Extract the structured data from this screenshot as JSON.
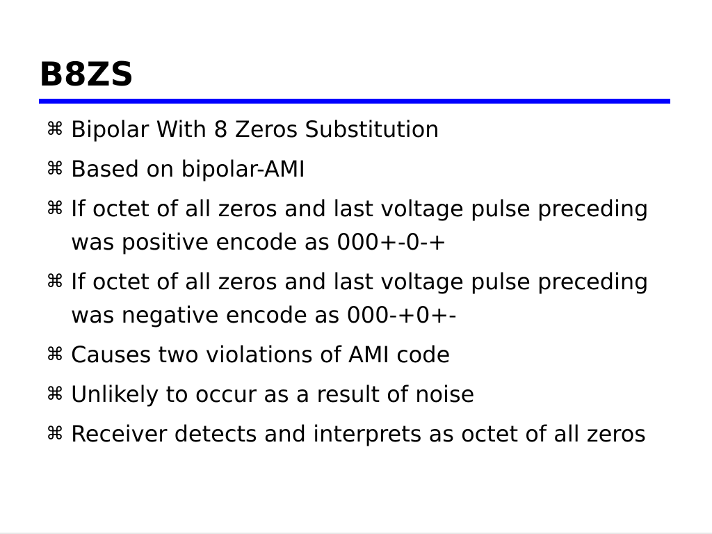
{
  "slide": {
    "title": "B8ZS",
    "rule_color": "#0000ff",
    "bullet_icon": "command-key-icon",
    "bullet_glyph": "⌘",
    "bullets": [
      "Bipolar With 8 Zeros Substitution",
      "Based on bipolar-AMI",
      "If octet of all zeros and last voltage pulse preceding was positive encode as 000+-0-+",
      "If octet of all zeros and last voltage pulse preceding was negative encode as 000-+0+-",
      "Causes two violations of AMI code",
      "Unlikely to occur as a result of noise",
      "Receiver detects and interprets as octet of all zeros"
    ]
  }
}
